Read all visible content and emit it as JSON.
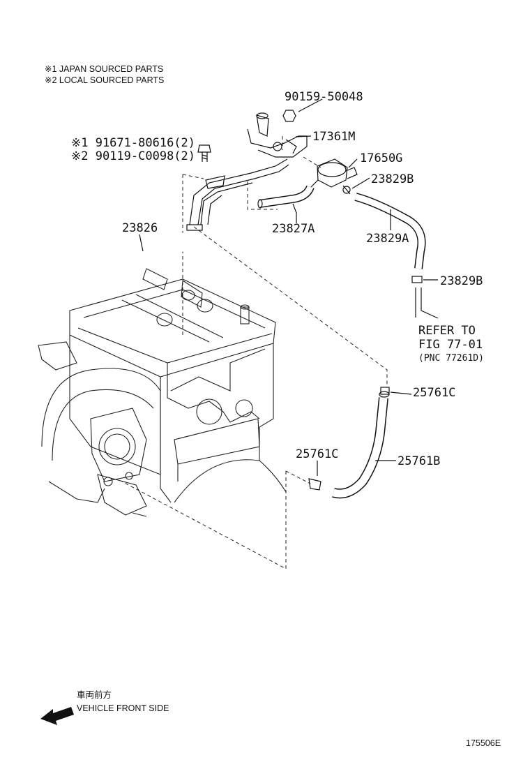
{
  "notes": {
    "japan": "※1 JAPAN SOURCED PARTS",
    "local": "※2 LOCAL SOURCED PARTS"
  },
  "parts": {
    "p90159": "90159-50048",
    "p17361m": "17361M",
    "p91671": "※1 91671-80616(2)",
    "p90119": "※2 90119-C0098(2)",
    "p17650g": "17650G",
    "p23829b_top": "23829B",
    "p23827a": "23827A",
    "p23826": "23826",
    "p23829a": "23829A",
    "p23829b_mid": "23829B",
    "p25761c_right": "25761C",
    "p25761c_left": "25761C",
    "p25761b": "25761B"
  },
  "refer": {
    "line1": "REFER TO",
    "line2": "FIG 77-01",
    "line3": "(PNC 77261D)"
  },
  "footer": {
    "jp_label": "車両前方",
    "front_label": "VEHICLE FRONT SIDE",
    "figure_code": "175506E"
  },
  "colors": {
    "ink": "#111111",
    "paper": "#ffffff"
  }
}
